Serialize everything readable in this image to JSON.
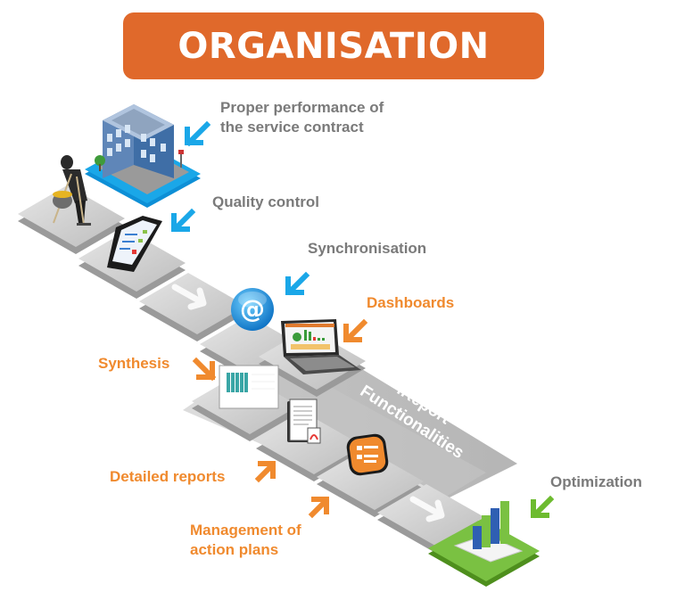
{
  "title": "ORGANISATION",
  "steps": [
    {
      "label_line1": "Proper performance of",
      "label_line2": "the service contract",
      "icon": "building-icon",
      "arrow_color": "#1aa7e8"
    },
    {
      "label": "Quality control",
      "icon": "smartphone-icon",
      "arrow_color": "#1aa7e8"
    },
    {
      "label": "Synchronisation",
      "icon": "email-at-icon",
      "arrow_color": "#1aa7e8"
    },
    {
      "label": "Dashboards",
      "icon": "laptop-dashboard-icon",
      "arrow_color": "#f08a2e"
    },
    {
      "label": "Synthesis",
      "icon": "chart-report-icon",
      "arrow_color": "#f08a2e"
    },
    {
      "label": "Detailed reports",
      "icon": "pdf-document-icon",
      "arrow_color": "#f08a2e"
    },
    {
      "label_line1": "Management of",
      "label_line2": "action plans",
      "icon": "checklist-icon",
      "arrow_color": "#f08a2e"
    },
    {
      "label": "Optimization",
      "icon": "bar-chart-icon",
      "arrow_color": "#6dbb2f"
    }
  ],
  "functionalities_block": {
    "line1": "iReport",
    "line2": "Functionalities"
  },
  "colors": {
    "banner": "#e0692b",
    "gray_text": "#7a7a7a",
    "orange_text": "#f08a2e",
    "blue_accent": "#1aa7e8",
    "green_accent": "#6dbb2f",
    "tile": "#c9c9c9"
  }
}
